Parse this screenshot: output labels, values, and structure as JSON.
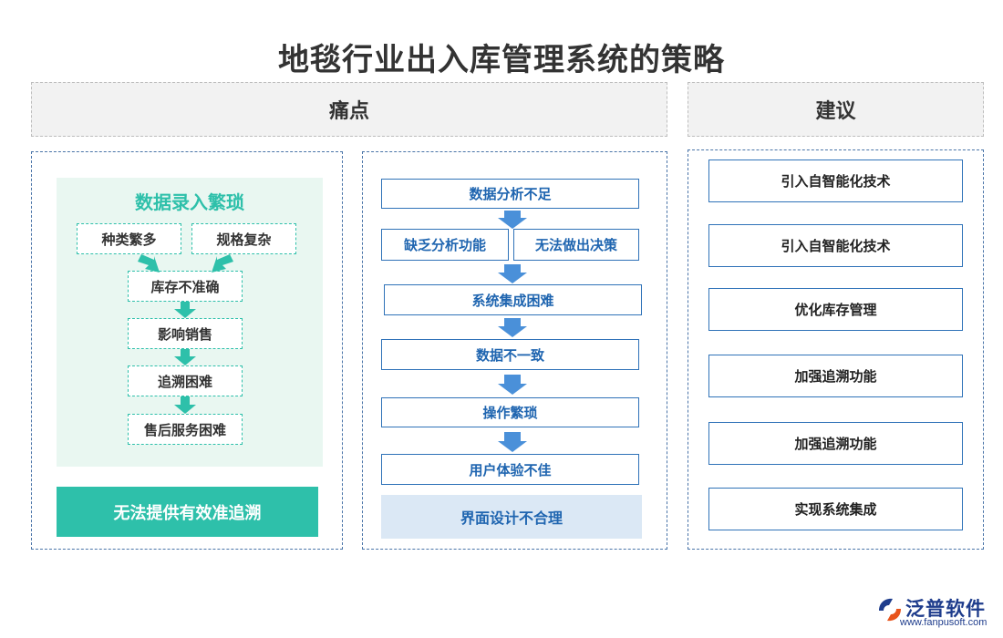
{
  "title": "地毯行业出入库管理系统的策略",
  "headers": {
    "pain": "痛点",
    "suggestion": "建议"
  },
  "left": {
    "group_title": "数据录入繁琐",
    "top_items": [
      "种类繁多",
      "规格复杂"
    ],
    "chain": [
      "库存不准确",
      "影响销售",
      "追溯困难",
      "售后服务困难"
    ],
    "result": "无法提供有效准追溯"
  },
  "middle": {
    "items": [
      "数据分析不足",
      "缺乏分析功能",
      "无法做出决策",
      "系统集成困难",
      "数据不一致",
      "操作繁琐",
      "用户体验不佳"
    ],
    "result": "界面设计不合理"
  },
  "right": {
    "items": [
      "引入自智能化技术",
      "引入自智能化技术",
      "优化库存管理",
      "加强追溯功能",
      "加强追溯功能",
      "实现系统集成"
    ]
  },
  "logo": {
    "name": "泛普软件",
    "url": "www.fanpusoft.com"
  },
  "colors": {
    "teal": "#2ec0aa",
    "blue": "#2f72b8",
    "dark_blue": "#1f65b0",
    "light_blue": "#dbe8f5",
    "light_green": "#e9f7f1"
  }
}
